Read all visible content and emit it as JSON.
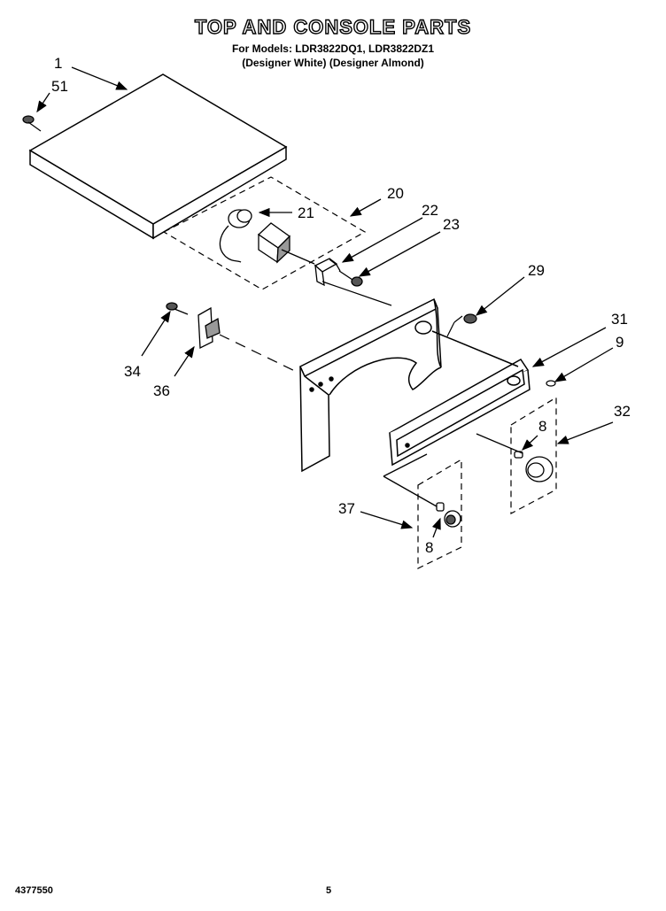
{
  "title": "TOP AND CONSOLE PARTS",
  "subtitle_models": "For Models: LDR3822DQ1, LDR3822DZ1",
  "subtitle_colors": "(Designer White) (Designer Almond)",
  "part_labels": [
    "1",
    "51",
    "20",
    "21",
    "22",
    "23",
    "29",
    "31",
    "9",
    "34",
    "36",
    "32",
    "8",
    "37",
    "8"
  ],
  "footer": {
    "doc_number": "4377550",
    "page": "5"
  }
}
